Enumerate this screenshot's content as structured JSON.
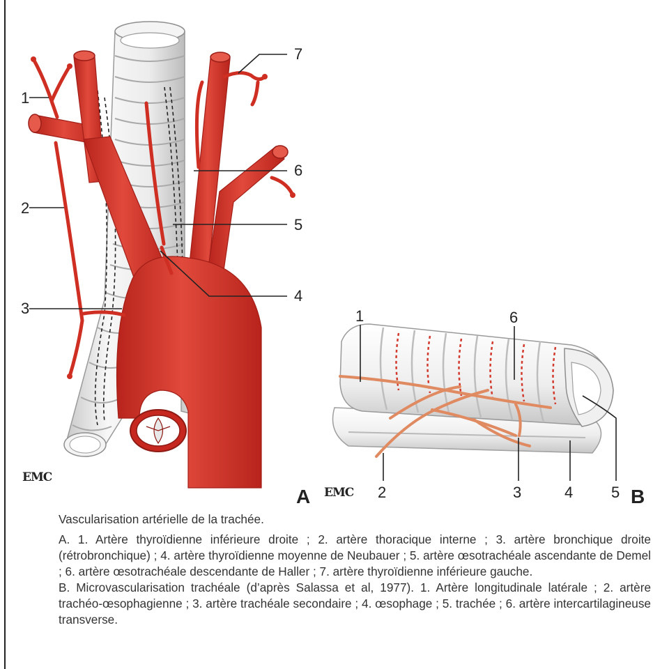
{
  "panel_a": {
    "letter": "A",
    "logo": "EMC",
    "labels": [
      "1",
      "2",
      "3",
      "4",
      "5",
      "6",
      "7"
    ]
  },
  "panel_b": {
    "letter": "B",
    "logo": "EMC",
    "labels": [
      "1",
      "6",
      "2",
      "3",
      "4",
      "5"
    ]
  },
  "colors": {
    "artery": "#d8362a",
    "artery_dark": "#a8201a",
    "micro_artery": "#e08a62",
    "trachea": "#eeeeee",
    "trachea_shadow": "#bdbdbd"
  },
  "caption": {
    "title": "Vascularisation artérielle de la trachée.",
    "a_text": "A. 1. Artère thyroïdienne inférieure droite ; 2. artère thoracique interne ; 3. artère bronchique droite (rétrobronchique) ; 4. artère thyroïdienne moyenne de Neubauer ; 5. artère œsotrachéale ascendante de Demel ; 6. artère œsotrachéale descendante de Haller ; 7. artère thyroïdienne inférieure gauche.",
    "b_text": "B. Microvascularisation trachéale (d’après Salassa et al, 1977). 1. Artère longitudinale latérale ; 2. artère trachéo-œsophagienne ; 3. artère trachéale secondaire ; 4. œsophage ; 5. trachée ; 6. artère intercartilagineuse transverse."
  }
}
